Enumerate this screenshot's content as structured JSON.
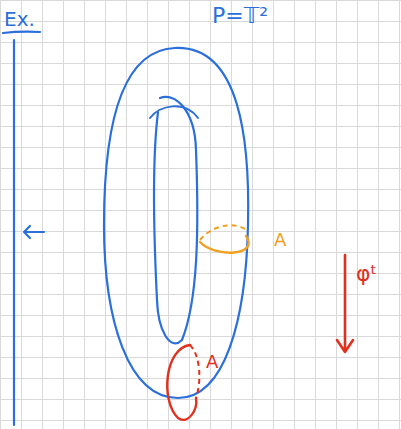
{
  "diagram": {
    "labels": [
      "Ex.",
      "P=𝕋²",
      "A",
      "A",
      "φᵗ"
    ]
  }
}
